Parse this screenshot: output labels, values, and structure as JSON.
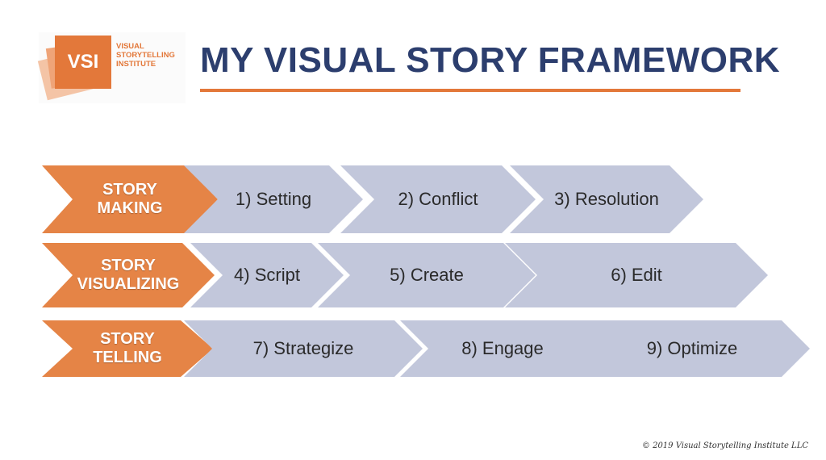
{
  "logo": {
    "mark": "VSI",
    "text_lines": [
      "VISUAL",
      "STORYTELLING",
      "INSTITUTE"
    ]
  },
  "title": "MY VISUAL STORY FRAMEWORK",
  "colors": {
    "accent": "#e3783a",
    "title": "#2c3e6e",
    "step": "#c2c7db"
  },
  "rows": [
    {
      "label_lines": [
        "STORY",
        "MAKING"
      ],
      "steps": [
        "1) Setting",
        "2) Conflict",
        "3) Resolution"
      ]
    },
    {
      "label_lines": [
        "STORY",
        "VISUALIZING"
      ],
      "steps": [
        "4) Script",
        "5) Create",
        "6) Edit"
      ]
    },
    {
      "label_lines": [
        "STORY",
        "TELLING"
      ],
      "steps": [
        "7) Strategize",
        "8) Engage",
        "9) Optimize"
      ]
    }
  ],
  "copyright": "© 2019 Visual Storytelling Institute LLC"
}
